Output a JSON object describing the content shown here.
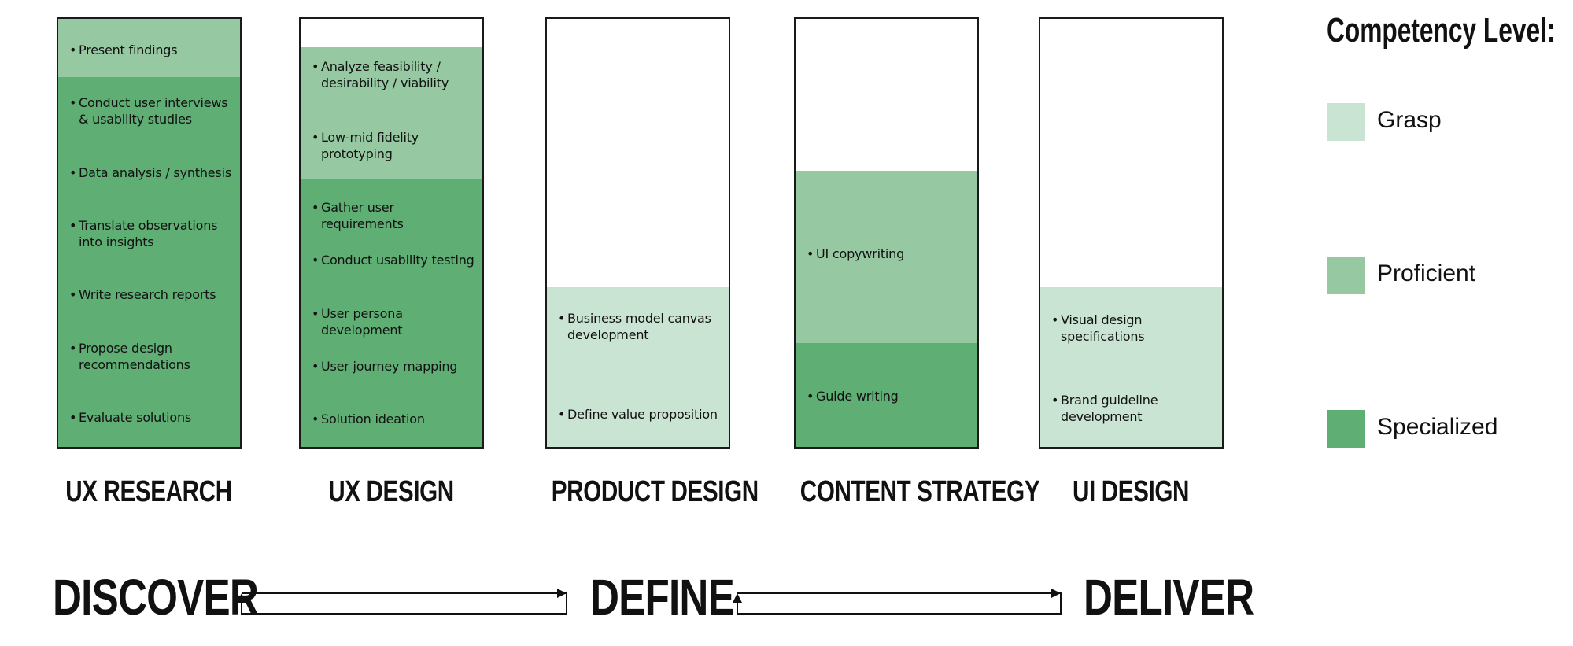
{
  "legend": {
    "title": "Competency Level:",
    "items": [
      {
        "label": "Grasp",
        "color": "#cae4d3"
      },
      {
        "label": "Proficient",
        "color": "#96c9a1"
      },
      {
        "label": "Specialized",
        "color": "#5fae74"
      }
    ]
  },
  "columns": [
    {
      "title": "UX RESEARCH",
      "items": [
        {
          "text": "Present findings",
          "level": "Proficient"
        },
        {
          "text": "Conduct user interviews & usability studies",
          "level": "Specialized"
        },
        {
          "text": "Data analysis / synthesis",
          "level": "Specialized"
        },
        {
          "text": "Translate observations into insights",
          "level": "Specialized"
        },
        {
          "text": "Write research reports",
          "level": "Specialized"
        },
        {
          "text": "Propose design recommendations",
          "level": "Specialized"
        },
        {
          "text": "Evaluate solutions",
          "level": "Specialized"
        }
      ]
    },
    {
      "title": "UX DESIGN",
      "items": [
        {
          "text": "Analyze feasibility / desirability / viability",
          "level": "Proficient"
        },
        {
          "text": "Low-mid fidelity prototyping",
          "level": "Proficient"
        },
        {
          "text": "Gather user requirements",
          "level": "Specialized"
        },
        {
          "text": "Conduct usability testing",
          "level": "Specialized"
        },
        {
          "text": "User persona development",
          "level": "Specialized"
        },
        {
          "text": "User journey mapping",
          "level": "Specialized"
        },
        {
          "text": "Solution ideation",
          "level": "Specialized"
        }
      ]
    },
    {
      "title": "PRODUCT DESIGN",
      "items": [
        {
          "text": "Business model canvas development",
          "level": "Grasp"
        },
        {
          "text": "Define value proposition",
          "level": "Grasp"
        }
      ]
    },
    {
      "title": "CONTENT STRATEGY",
      "items": [
        {
          "text": "UI copywriting",
          "level": "Proficient"
        },
        {
          "text": "Guide writing",
          "level": "Specialized"
        }
      ]
    },
    {
      "title": "UI DESIGN",
      "items": [
        {
          "text": "Visual design specifications",
          "level": "Grasp"
        },
        {
          "text": "Brand guideline development",
          "level": "Grasp"
        }
      ]
    }
  ],
  "phases": [
    "DISCOVER",
    "DEFINE",
    "DELIVER"
  ],
  "bullet_glyph": "•"
}
